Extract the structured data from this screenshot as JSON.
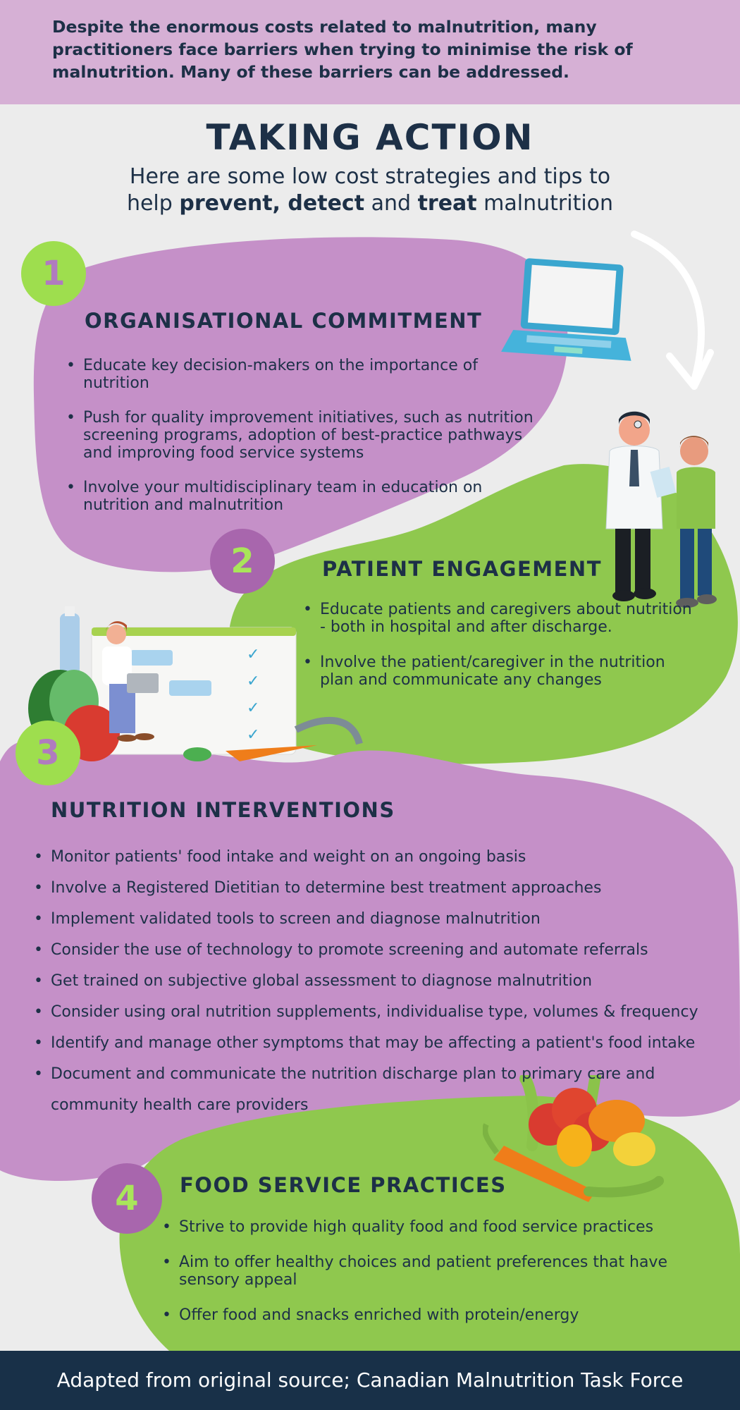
{
  "intro": {
    "text": "Despite the enormous costs related to malnutrition, many practitioners face barriers when trying to minimise the risk of malnutrition. Many of these barriers can be addressed."
  },
  "header": {
    "title": "TAKING ACTION",
    "subtitle_line1": "Here are some low cost strategies and tips to",
    "subtitle_help": "help ",
    "subtitle_prevent": "prevent, detect",
    "subtitle_and": " and ",
    "subtitle_treat": "treat",
    "subtitle_end": " malnutrition"
  },
  "sections": [
    {
      "number": "1",
      "title": "ORGANISATIONAL COMMITMENT",
      "items": [
        "Educate key decision-makers on the importance of nutrition",
        "Push for quality improvement initiatives, such as nutrition screening programs, adoption of best-practice pathways and improving food service systems",
        "Involve your multidisciplinary team in education on nutrition and malnutrition"
      ]
    },
    {
      "number": "2",
      "title": "PATIENT ENGAGEMENT",
      "items": [
        "Educate patients and caregivers about nutrition - both in hospital and after discharge.",
        "Involve the patient/caregiver in the nutrition plan and communicate any changes"
      ]
    },
    {
      "number": "3",
      "title": "NUTRITION INTERVENTIONS",
      "items": [
        "Monitor patients' food intake and weight on an ongoing basis",
        "Involve a Registered Dietitian to determine best treatment approaches",
        "Implement validated tools to screen and diagnose malnutrition",
        "Consider the use of technology to promote screening and automate referrals",
        "Get trained on subjective global assessment to diagnose malnutrition",
        "Consider using oral nutrition supplements, individualise type, volumes & frequency",
        "Identify and manage other symptoms that may be affecting a patient's food intake",
        "Document and communicate the nutrition discharge plan to primary care and community health care providers"
      ]
    },
    {
      "number": "4",
      "title": "FOOD SERVICE PRACTICES",
      "items": [
        "Strive to provide high quality food and food service practices",
        "Aim to offer healthy choices and patient preferences that have sensory appeal",
        "Offer food and snacks enriched with protein/energy"
      ]
    }
  ],
  "footer": {
    "text": "Adapted from original source; Canadian Malnutrition Task Force"
  },
  "colors": {
    "purple_blob": "#c590c8",
    "green_blob": "#8fc84e",
    "navy": "#1d3047",
    "intro_band": "#d6b0d5",
    "badge_green": "#9ede4e",
    "badge_purple": "#a866ad"
  }
}
